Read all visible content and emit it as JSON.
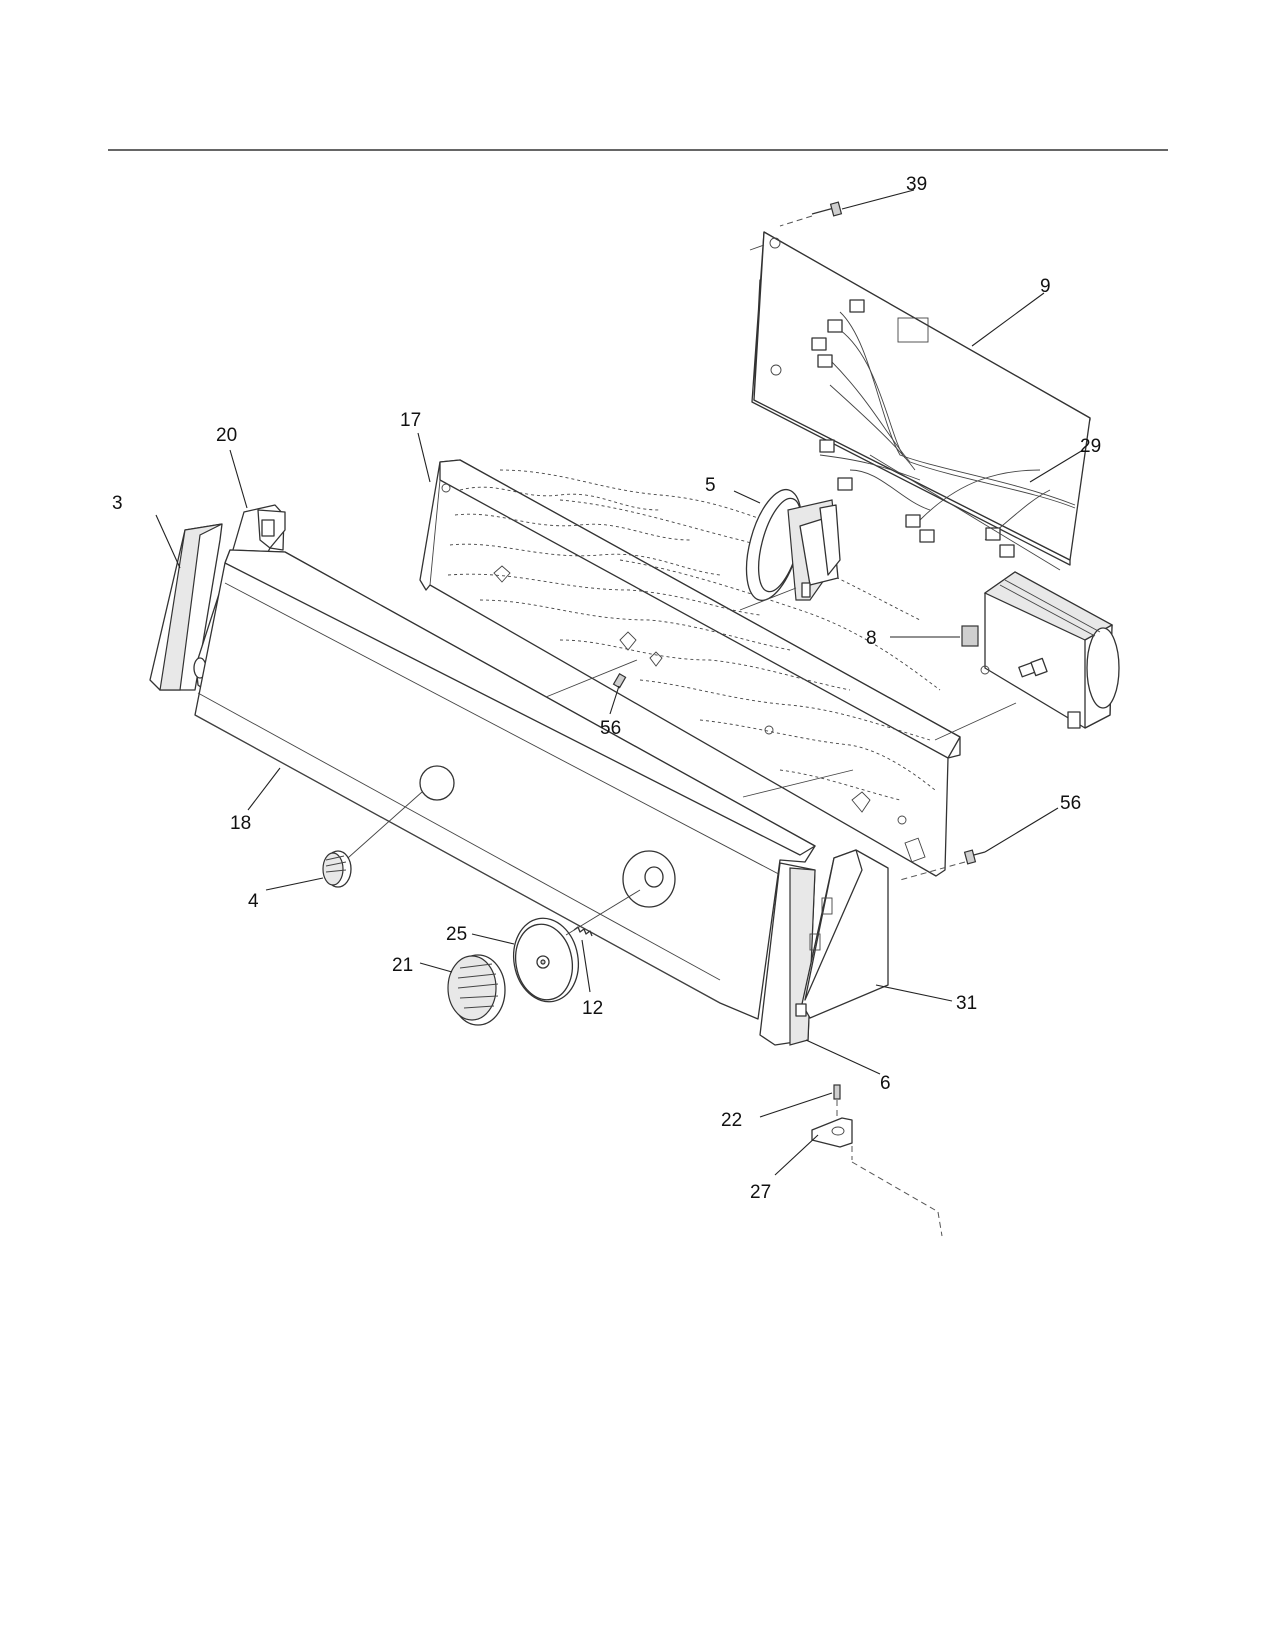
{
  "callouts": [
    {
      "id": "c39",
      "label": "39"
    },
    {
      "id": "c9",
      "label": "9"
    },
    {
      "id": "c29",
      "label": "29"
    },
    {
      "id": "c17",
      "label": "17"
    },
    {
      "id": "c20",
      "label": "20"
    },
    {
      "id": "c3",
      "label": "3"
    },
    {
      "id": "c5",
      "label": "5"
    },
    {
      "id": "c8",
      "label": "8"
    },
    {
      "id": "c56a",
      "label": "56"
    },
    {
      "id": "c56b",
      "label": "56"
    },
    {
      "id": "c18",
      "label": "18"
    },
    {
      "id": "c4",
      "label": "4"
    },
    {
      "id": "c25",
      "label": "25"
    },
    {
      "id": "c21",
      "label": "21"
    },
    {
      "id": "c12",
      "label": "12"
    },
    {
      "id": "c31",
      "label": "31"
    },
    {
      "id": "c6",
      "label": "6"
    },
    {
      "id": "c22",
      "label": "22"
    },
    {
      "id": "c27",
      "label": "27"
    }
  ]
}
